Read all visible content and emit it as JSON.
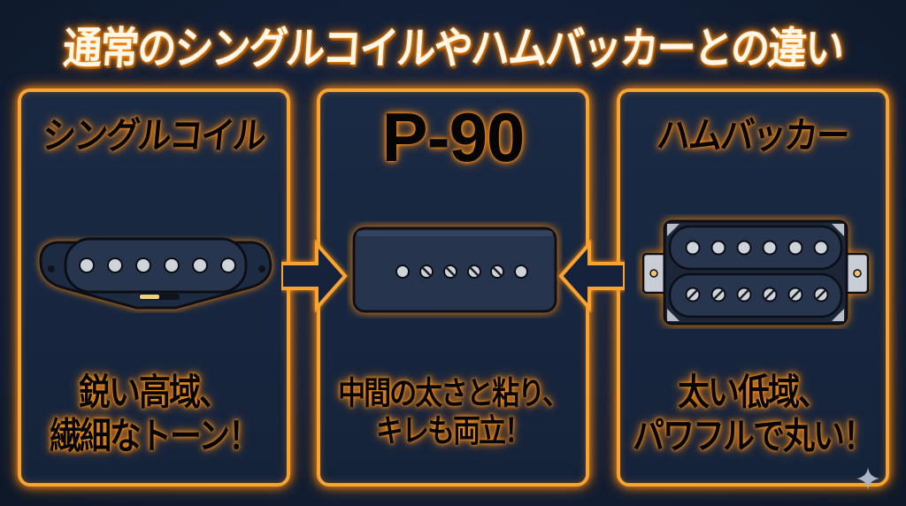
{
  "title": "通常のシングルコイルやハムバッカーとの違い",
  "colors": {
    "background": "#14213a",
    "panel_border": "#f7a431",
    "glow": "#ff8a10",
    "heading_text": "#050505",
    "title_text": "#fff8ea",
    "pickup_body": "#233249",
    "pole_piece": "#c8ccd3"
  },
  "panels": [
    {
      "id": "single-coil",
      "heading": "シングルコイル",
      "pickup_type": "single-coil-pickup",
      "pole_count": 6,
      "desc_line1": "鋭い高域、",
      "desc_line2": "繊細なトーン！"
    },
    {
      "id": "p90",
      "heading": "P-90",
      "pickup_type": "p90-pickup",
      "pole_count": 6,
      "desc_line1": "中間の太さと粘り、",
      "desc_line2": "キレも両立！"
    },
    {
      "id": "humbucker",
      "heading": "ハムバッカー",
      "pickup_type": "humbucker-pickup",
      "pole_count": 12,
      "desc_line1": "太い低域、",
      "desc_line2": "パワフルで丸い！"
    }
  ],
  "arrows": [
    {
      "direction": "right",
      "from": "single-coil",
      "to": "p90"
    },
    {
      "direction": "left",
      "from": "humbucker",
      "to": "p90"
    }
  ],
  "icons": {
    "corner_mark": "sparkle-icon"
  }
}
